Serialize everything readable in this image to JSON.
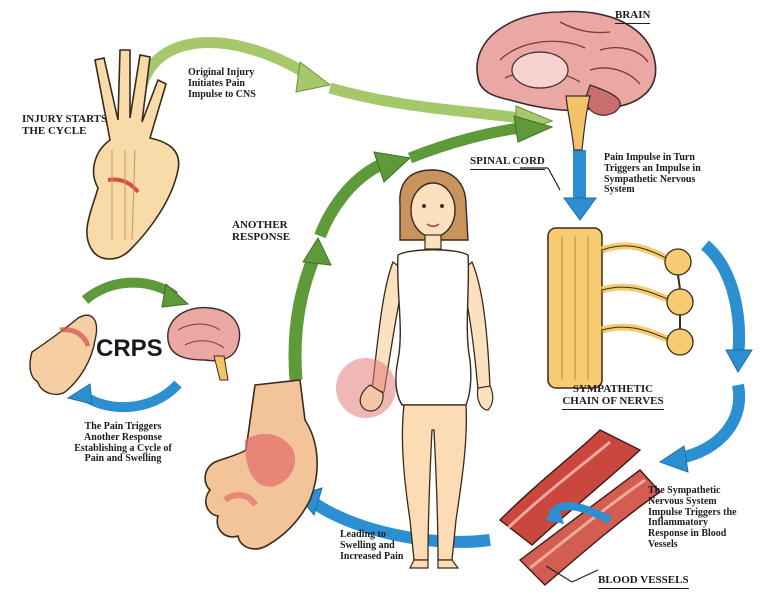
{
  "labels": {
    "brain": "BRAIN",
    "injury_start": [
      "INJURY STARTS",
      "THE CYCLE"
    ],
    "original_injury": [
      "Original Injury",
      "Initiates Pain",
      "Impulse to CNS"
    ],
    "spinal_cord": "SPINAL CORD",
    "pain_impulse": [
      "Pain Impulse in Turn",
      "Triggers an Impulse in",
      "Sympathetic Nervous",
      "System"
    ],
    "another_response": [
      "ANOTHER",
      "RESPONSE"
    ],
    "crps": "CRPS",
    "pain_triggers": [
      "The Pain Triggers",
      "Another Response",
      "Establishing a Cycle of",
      "Pain and Swelling"
    ],
    "sympathetic_chain": [
      "SYMPATHETIC",
      "CHAIN OF NERVES"
    ],
    "sympathetic_impulse": [
      "The Sympathetic",
      "Nervous System",
      "Impulse Triggers the",
      "Inflammatory",
      "Response in Blood",
      "Vessels"
    ],
    "leading_to": [
      "Leading to",
      "Swelling and",
      "Increased Pain"
    ],
    "blood_vessels": "BLOOD VESSELS"
  },
  "colors": {
    "green_arrow": "#6a9e3c",
    "light_green_arrow": "#b5d27a",
    "blue_arrow": "#2a8fd0",
    "brain": "#e8a9a6",
    "skin": "#f9ddb0",
    "spinal": "#f5c76a",
    "vessel": "#c8483e"
  }
}
